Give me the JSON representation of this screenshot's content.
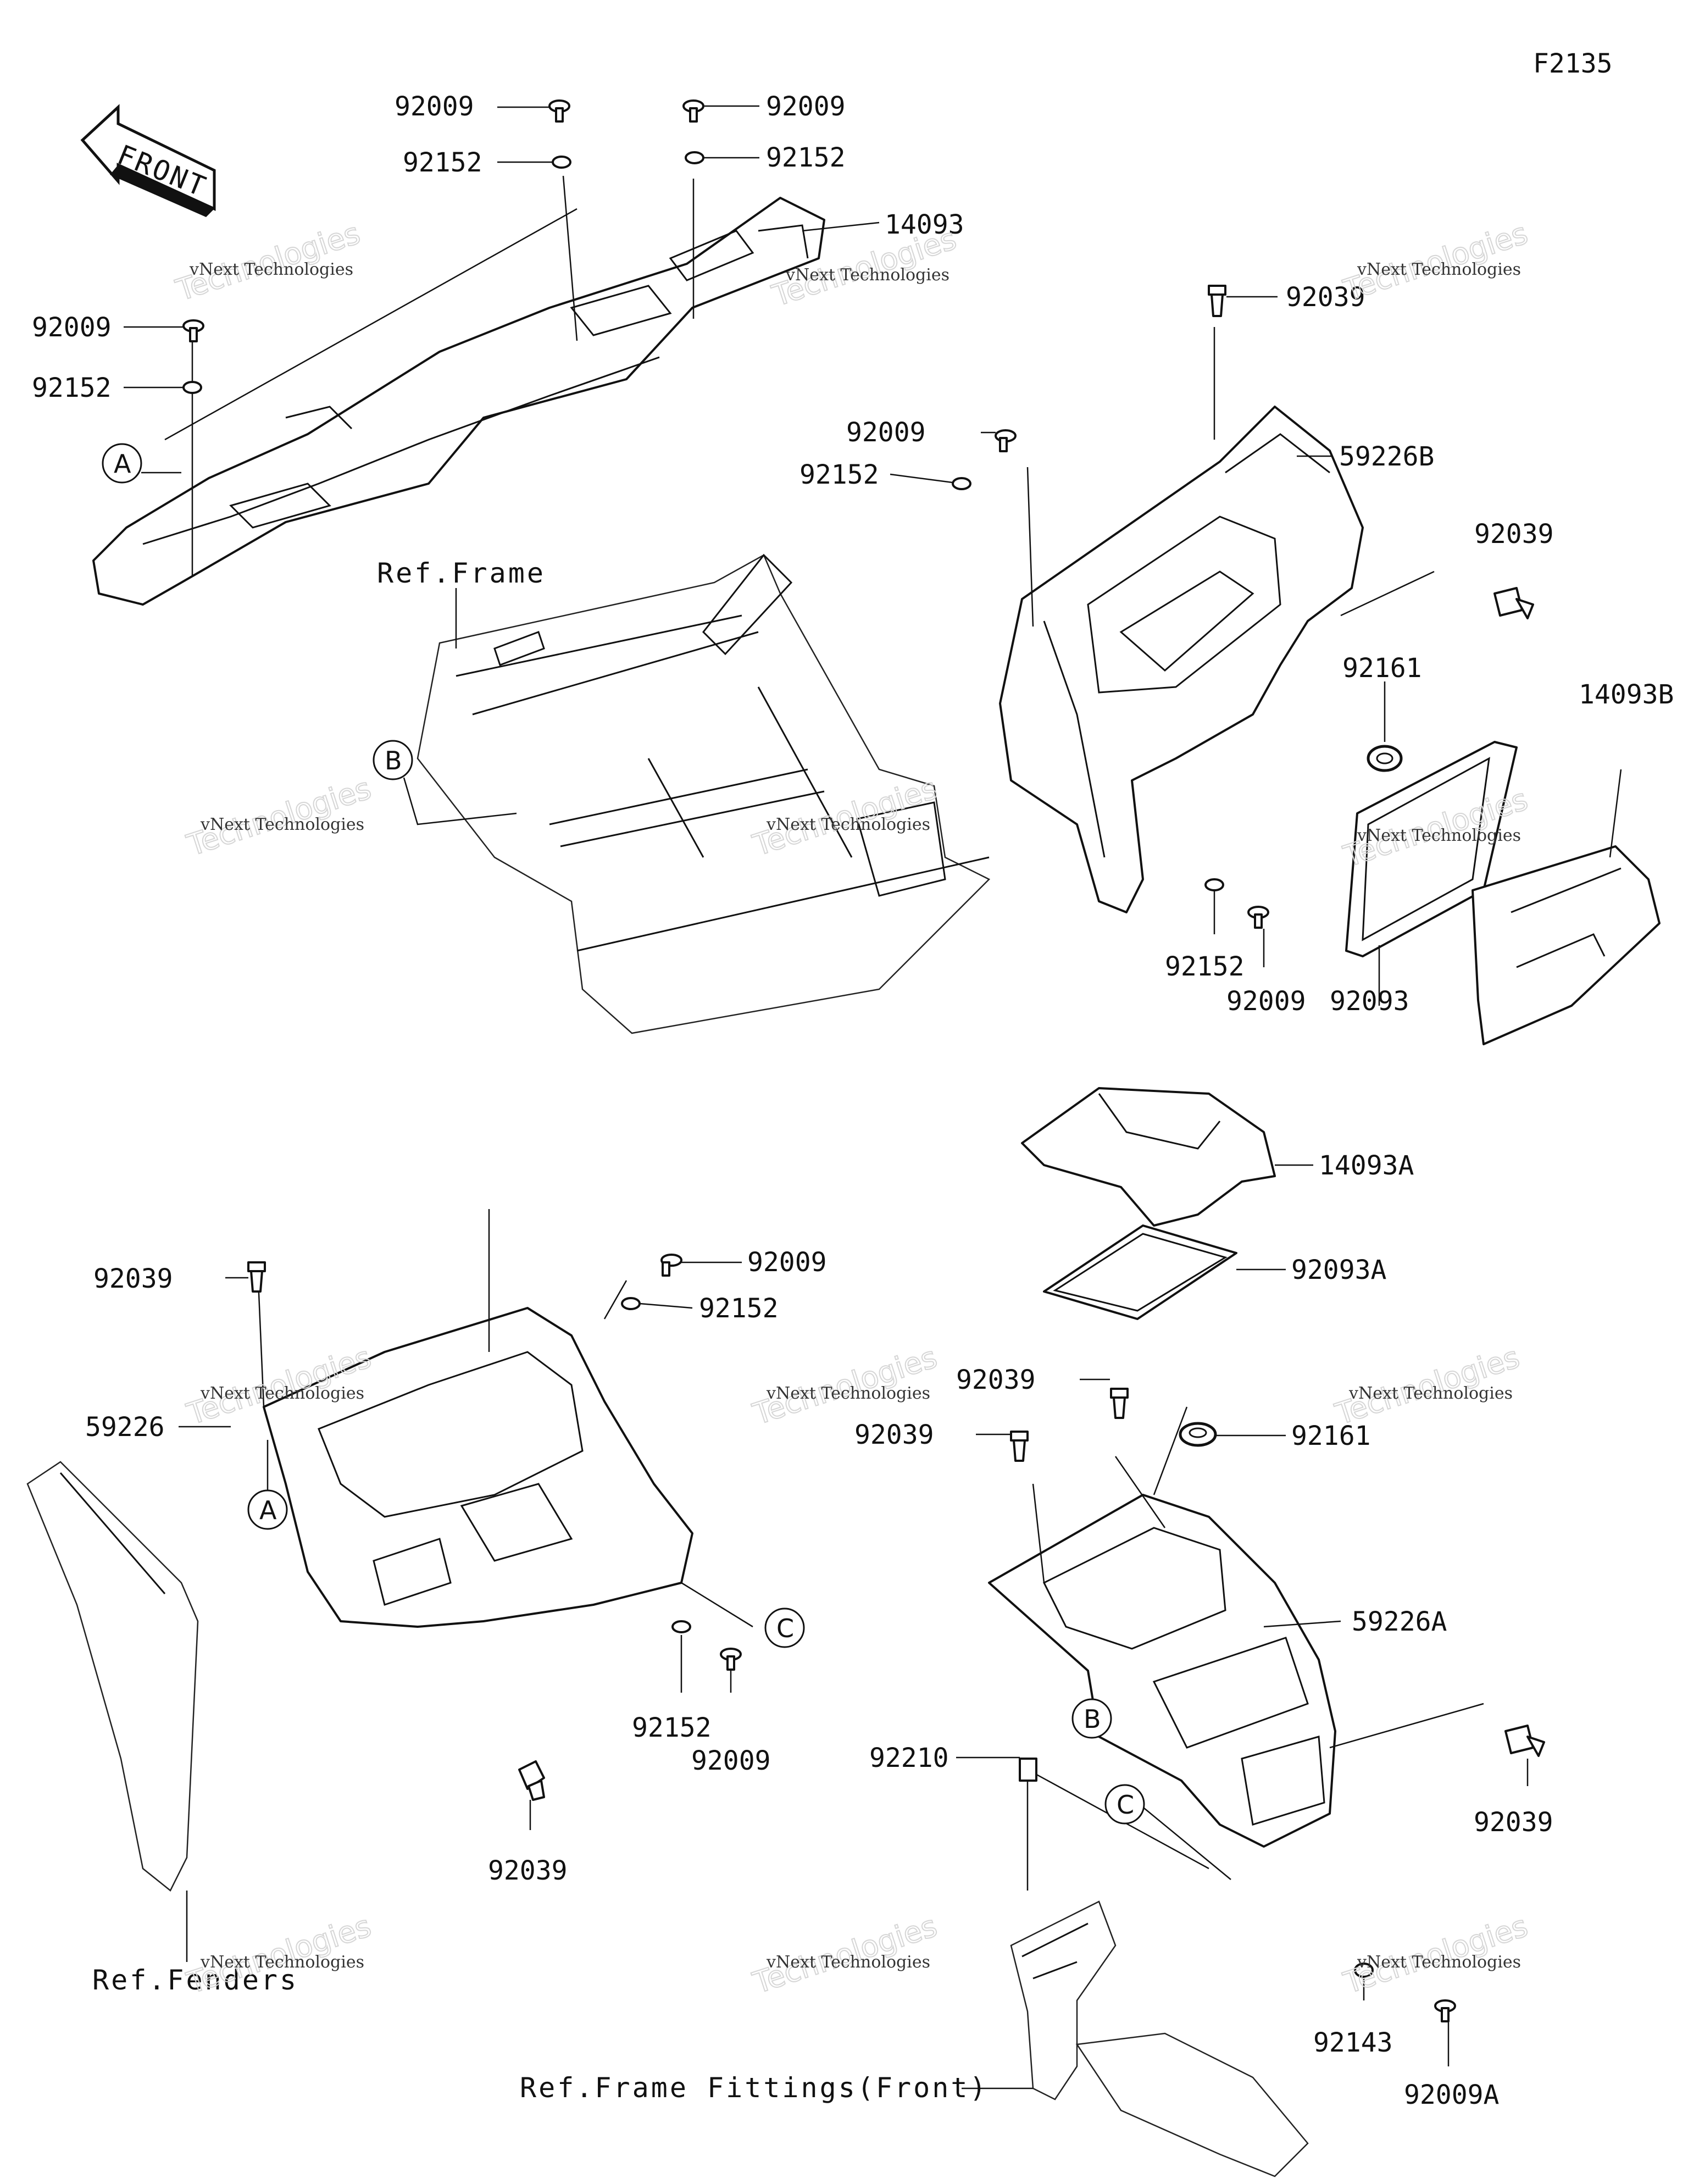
{
  "figure_code": "F2135",
  "front_arrow_text": "FRONT",
  "watermark": {
    "line1": "vNext Technologies",
    "line2": "Technologies"
  },
  "refs": {
    "frame": "Ref.Frame",
    "fenders": "Ref.Fenders",
    "frame_fittings": "Ref.Frame Fittings(Front)"
  },
  "circles": {
    "a": "A",
    "b": "B",
    "c": "C"
  },
  "labels": {
    "l1": "92009",
    "l2": "92009",
    "l3": "92152",
    "l4": "92152",
    "l5": "14093",
    "l6": "92009",
    "l7": "92152",
    "l8": "92039",
    "l9": "59226B",
    "l10": "92009",
    "l11": "92152",
    "l12": "92039",
    "l13": "92161",
    "l14": "14093B",
    "l15": "92152",
    "l16": "92009",
    "l17": "92093",
    "l18": "14093A",
    "l19": "92093A",
    "l20": "92039",
    "l21": "92009",
    "l22": "92152",
    "l23": "59226",
    "l24": "92152",
    "l25": "92009",
    "l26": "92039",
    "l27": "92039",
    "l28": "92039",
    "l29": "92161",
    "l30": "59226A",
    "l31": "92039",
    "l32": "92210",
    "l33": "92143",
    "l34": "92009A"
  }
}
